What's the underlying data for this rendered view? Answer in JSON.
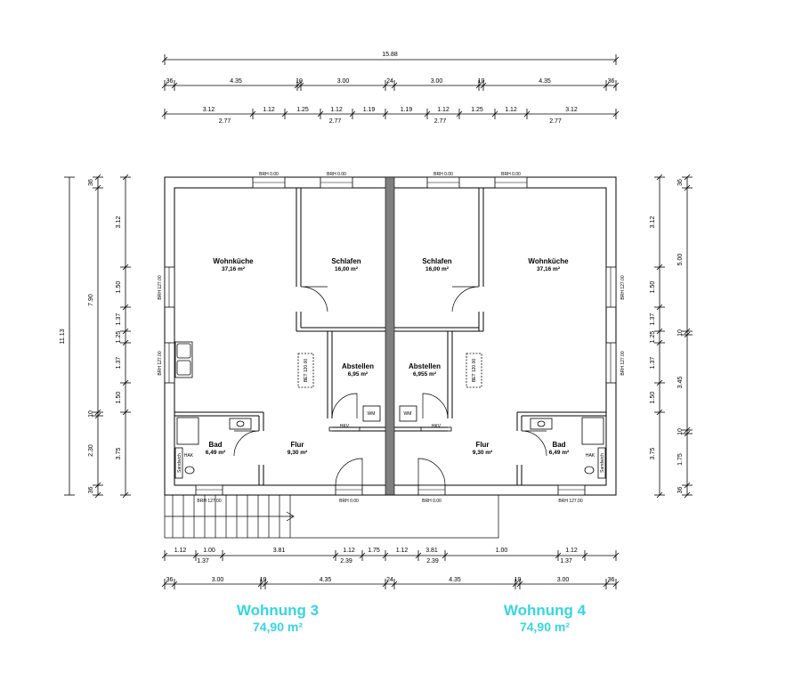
{
  "overall_width": "15.88",
  "top_row1": [
    "36",
    "4.35",
    "10",
    "3.00",
    "24",
    "3.00",
    "10",
    "4.35",
    "36"
  ],
  "top_row2": [
    "3.12",
    "1.12",
    "1.25",
    "1.12",
    "1.19",
    "1.19",
    "1.12",
    "1.25",
    "1.12",
    "3.12"
  ],
  "top_row3": [
    "2.77",
    "2.77",
    "2.77",
    "2.77"
  ],
  "left_total": "11.13",
  "left_outer": [
    "36",
    "7.90",
    "10",
    "2.30",
    "36"
  ],
  "left_inner": [
    "3.12",
    "1.50",
    "1.37",
    "1.25",
    "1.37",
    "1.50",
    "3.75"
  ],
  "right_outer": [
    "36",
    "5.00",
    "10",
    "3.45",
    "10",
    "1.75",
    "36"
  ],
  "right_inner": [
    "3.12",
    "1.50",
    "1.37",
    "1.25",
    "1.37",
    "1.50",
    "3.75"
  ],
  "bottom_row1": [
    "1.12",
    "1.00",
    "3.81",
    "1.12",
    "1.75",
    "1.12",
    "3.81",
    "1.00",
    "1.12"
  ],
  "bottom_row1b": [
    "1.37",
    "2.39",
    "2.39",
    "1.37"
  ],
  "bottom_row2": [
    "36",
    "3.00",
    "10",
    "4.35",
    "24",
    "4.35",
    "10",
    "3.00",
    "36"
  ],
  "rooms": {
    "wk_left": {
      "name": "Wohnküche",
      "area": "37,16 m²"
    },
    "schlafen_left": {
      "name": "Schlafen",
      "area": "16,00 m²"
    },
    "schlafen_right": {
      "name": "Schlafen",
      "area": "16,00 m²"
    },
    "wk_right": {
      "name": "Wohnküche",
      "area": "37,16 m²"
    },
    "abst_left": {
      "name": "Abstellen",
      "area": "6,95 m²"
    },
    "abst_right": {
      "name": "Abstellen",
      "area": "6,955 m²"
    },
    "bad_left": {
      "name": "Bad",
      "area": "6,49 m²"
    },
    "flur_left": {
      "name": "Flur",
      "area": "9,30 m²"
    },
    "flur_right": {
      "name": "Flur",
      "area": "9,30 m²"
    },
    "bad_right": {
      "name": "Bad",
      "area": "6,49 m²"
    }
  },
  "labels": {
    "brh_000": "BRH 0.00",
    "brh_127": "BRH 127.00",
    "bet": "BET 120.00",
    "wm": "WM",
    "hkv": "HKV",
    "hak": "HAK",
    "sandwich": "Sandwich"
  },
  "apartments": [
    {
      "name": "Wohnung 3",
      "area": "74,90 m²"
    },
    {
      "name": "Wohnung 4",
      "area": "74,90 m²"
    }
  ],
  "colors": {
    "accent": "#36d6e0",
    "line": "#000000",
    "party_wall": "#7f7f7f"
  }
}
